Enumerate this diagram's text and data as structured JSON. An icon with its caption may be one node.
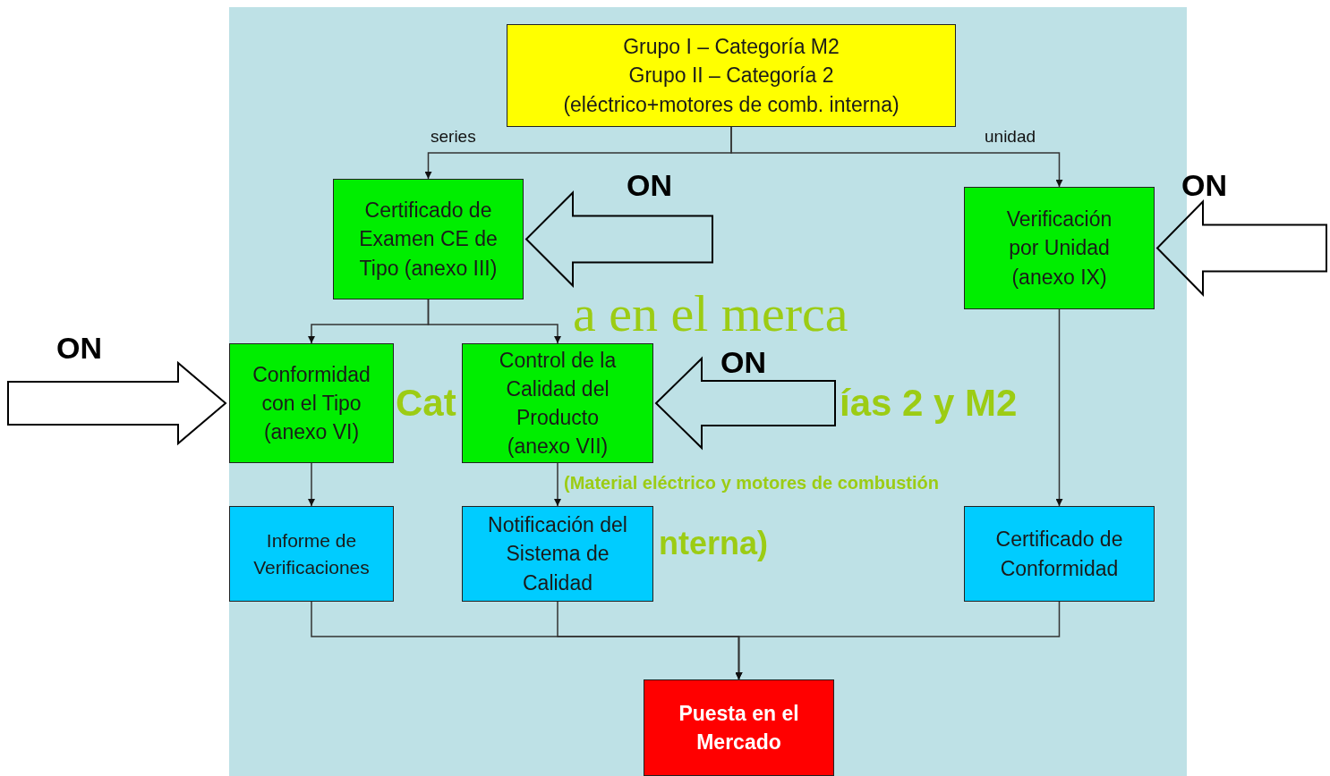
{
  "diagram": {
    "nodes": [
      {
        "text": [
          "Grupo I – Categoría M2",
          "Grupo II – Categoría 2",
          "(eléctrico+motores de comb. interna)"
        ]
      },
      {
        "text": [
          "Certificado de Examen CE de Tipo (anexo III)"
        ]
      },
      {
        "text": [
          "Verificación por Unidad (anexo IX)"
        ]
      },
      {
        "text": [
          "Conformidad con el Tipo (anexo VI)"
        ]
      },
      {
        "text": [
          "Control de la Calidad del Producto (anexo VII)"
        ]
      },
      {
        "text": [
          "Informe de Verificaciones"
        ]
      },
      {
        "text": [
          "Notificación del Sistema de Calidad"
        ]
      },
      {
        "text": [
          "Certificado de Conformidad"
        ]
      },
      {
        "text": [
          "Puesta en el Mercado"
        ]
      }
    ],
    "edges": [
      {
        "from": 0,
        "to": 1,
        "arrow": "to",
        "label": "series"
      },
      {
        "from": 0,
        "to": 2,
        "arrow": "to",
        "label": "unidad"
      },
      {
        "from": null,
        "to": 1,
        "arrow": "to",
        "label": "ON",
        "style": "thick"
      },
      {
        "from": null,
        "to": 2,
        "arrow": "to",
        "label": "ON",
        "style": "thick"
      },
      {
        "from": 1,
        "to": 3,
        "arrow": "to"
      },
      {
        "from": 1,
        "to": 4,
        "arrow": "to"
      },
      {
        "from": null,
        "to": 3,
        "arrow": "to",
        "label": "ON",
        "style": "thick"
      },
      {
        "from": null,
        "to": 4,
        "arrow": "to",
        "label": "ON",
        "style": "thick"
      },
      {
        "from": 2,
        "to": 7,
        "arrow": "to"
      },
      {
        "from": 3,
        "to": 5,
        "arrow": "to"
      },
      {
        "from": 4,
        "to": 6,
        "arrow": "to"
      },
      {
        "from": 5,
        "to": 8,
        "arrow": "to"
      },
      {
        "from": 6,
        "to": 8,
        "arrow": "to"
      },
      {
        "from": 7,
        "to": 8,
        "arrow": "to"
      }
    ],
    "labels": [
      "a en el merca",
      "Cat",
      "ías 2 y M2",
      "(Material eléctrico y motores de combustión",
      "nterna)"
    ]
  }
}
